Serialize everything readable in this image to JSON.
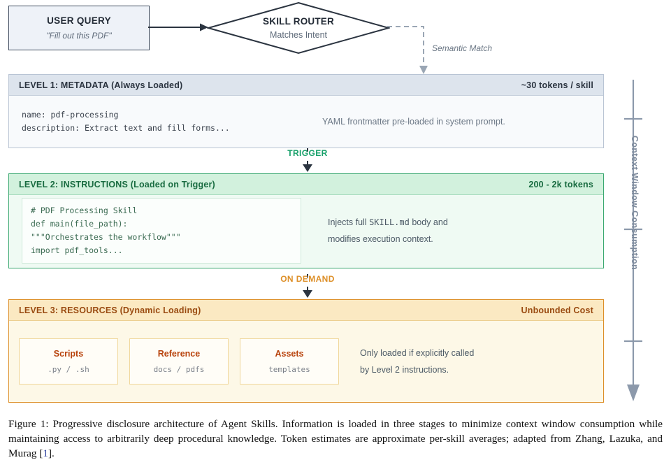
{
  "flow": {
    "user_query": {
      "title": "USER QUERY",
      "subtitle": "\"Fill out this PDF\""
    },
    "skill_router": {
      "title": "SKILL ROUTER",
      "subtitle": "Matches Intent"
    },
    "semantic_match_label": "Semantic Match"
  },
  "connectors": {
    "trigger": "TRIGGER",
    "on_demand": "ON DEMAND"
  },
  "levels": [
    {
      "header": "LEVEL 1: METADATA (Always Loaded)",
      "cost": "~30 tokens / skill",
      "code_lines": [
        "name: pdf-processing",
        "description: Extract text and fill forms..."
      ],
      "note_lines": [
        "YAML frontmatter pre-loaded in system prompt."
      ]
    },
    {
      "header": "LEVEL 2: INSTRUCTIONS (Loaded on Trigger)",
      "cost": "200 - 2k tokens",
      "code_lines": [
        "# PDF Processing Skill",
        "def main(file_path):",
        "\"\"\"Orchestrates the workflow\"\"\"",
        "import pdf_tools..."
      ],
      "note_prefix": "Injects full ",
      "note_mono": "SKILL.md",
      "note_suffix": " body and",
      "note_line2": "modifies execution context."
    },
    {
      "header": "LEVEL 3: RESOURCES (Dynamic Loading)",
      "cost": "Unbounded Cost",
      "cards": [
        {
          "title": "Scripts",
          "sub": ".py / .sh"
        },
        {
          "title": "Reference",
          "sub": "docs / pdfs"
        },
        {
          "title": "Assets",
          "sub": "templates"
        }
      ],
      "note_line1": "Only loaded if explicitly called",
      "note_line2": "by Level 2 instructions."
    }
  ],
  "axis": {
    "label": "Context Window Consumption"
  },
  "caption": {
    "prefix": "Figure 1:  Progressive disclosure architecture of Agent Skills.  Information is loaded in three stages to minimize context window consumption while maintaining access to arbitrarily deep procedural knowledge.  Token estimates are approximate per-skill averages; adapted from Zhang, Lazuka, and Murag [",
    "citation": "1",
    "suffix": "]."
  },
  "colors": {
    "level1_accent": "#dde4ed",
    "level2_accent": "#3aa870",
    "level3_accent": "#dd8f28",
    "trigger": "#17a06a",
    "on_demand": "#dd8f28",
    "axis": "#8c99ab",
    "ink": "#2b3440"
  }
}
